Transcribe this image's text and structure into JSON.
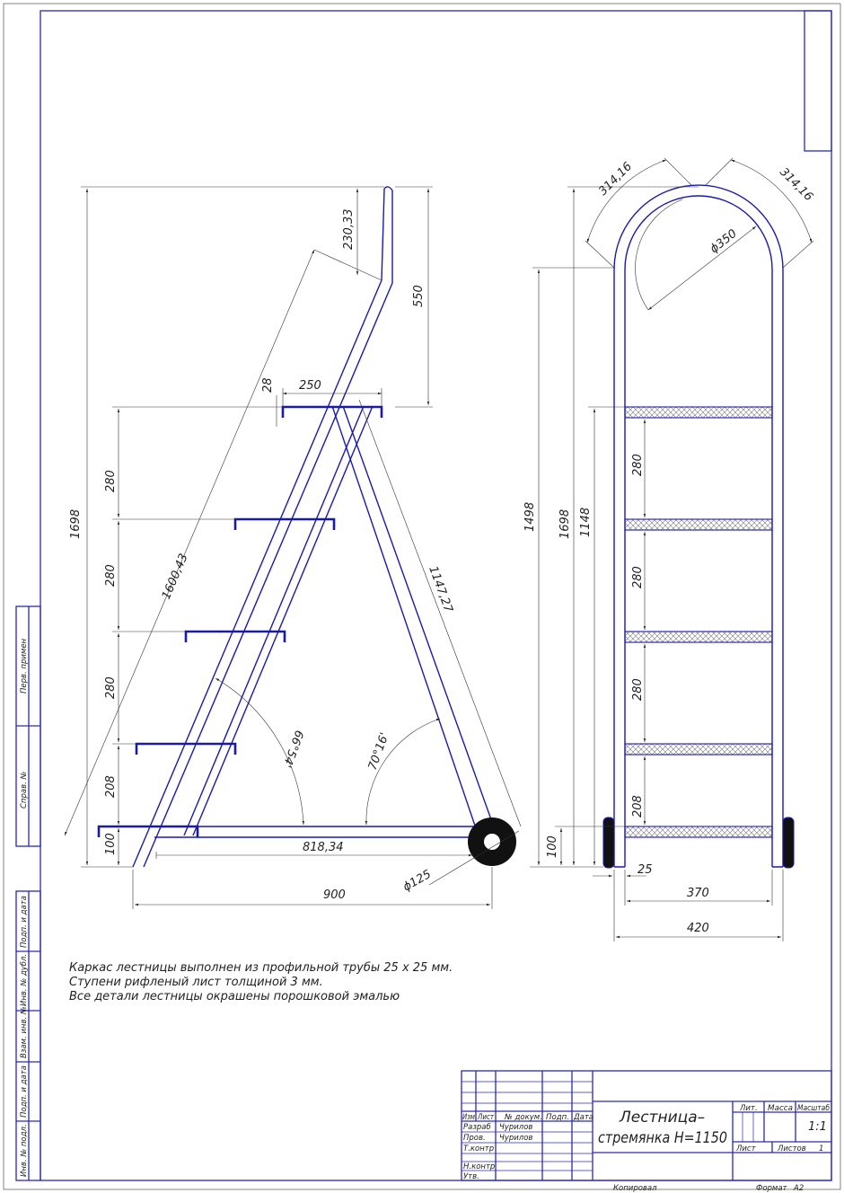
{
  "colors": {
    "line": "#1a1aa8",
    "dimension": "#333333",
    "wheel": "#111111"
  },
  "notes": [
    "Каркас лестницы выполнен из профильной трубы 25 х 25 мм.",
    "Ступени рифленый лист толщиной 3 мм.",
    "Все детали лестницы окрашены порошковой эмалью"
  ],
  "side_view": {
    "dims": {
      "total_height": "1698",
      "diag_length": "1600,43",
      "top_offset": "230,33",
      "top_height": "550",
      "step_gap": "28",
      "step_width": "250",
      "rise1": "280",
      "rise2": "280",
      "rise3": "280",
      "rise4": "208",
      "base": "100",
      "rear_leg": "1147,27",
      "angle_front": "66°54'",
      "angle_rear": "70°16'",
      "base_length": "818,34",
      "wheel": "ϕ125",
      "overall_width": "900"
    }
  },
  "front_view": {
    "dims": {
      "arc_left": "314,16",
      "arc_right": "314,16",
      "arc_diameter": "ϕ350",
      "h1": "1498",
      "h2": "1698",
      "h3": "1148",
      "rise1": "280",
      "rise2": "280",
      "rise3": "280",
      "rise4": "208",
      "base": "100",
      "tube": "25",
      "inner_width": "370",
      "outer_width": "420"
    }
  },
  "side_stamp": [
    "Перв. примен",
    "Справ. №",
    "Подп. и дата",
    "Инв. № дубл.",
    "Взам. инв. №",
    "Подп. и дата",
    "Инв. № подл."
  ],
  "title_block": {
    "title_line1": "Лестница–",
    "title_line2": "стремянка Н=1150",
    "headers": [
      "Изм",
      "Лист",
      "№ докум.",
      "Подп.",
      "Дата"
    ],
    "roles": [
      "Разраб",
      "Пров.",
      "Т.контр",
      "Н.контр",
      "Утв."
    ],
    "developer": "Чурилов",
    "checker": "Чурилов",
    "lit_label": "Лит.",
    "mass_label": "Масса",
    "scale_label": "Масштаб",
    "scale": "1:1",
    "sheet_label": "Лист",
    "sheets_label": "Листов",
    "sheets": "1",
    "copied": "Копировал",
    "format_label": "Формат",
    "format": "A2"
  }
}
